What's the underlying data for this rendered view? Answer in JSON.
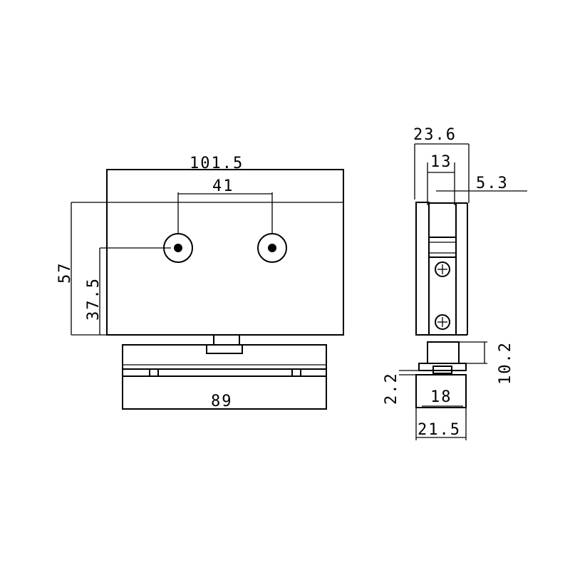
{
  "diagram": {
    "front_view": {
      "overall_width": "101.5",
      "hole_spacing": "41",
      "overall_height": "57",
      "hole_height": "37.5",
      "base_width": "89"
    },
    "side_view": {
      "overall_depth": "23.6",
      "body_width": "13",
      "offset": "5.3",
      "base_height": "10.2",
      "gap": "2.2",
      "clamp_width": "18",
      "base_depth": "21.5"
    }
  }
}
